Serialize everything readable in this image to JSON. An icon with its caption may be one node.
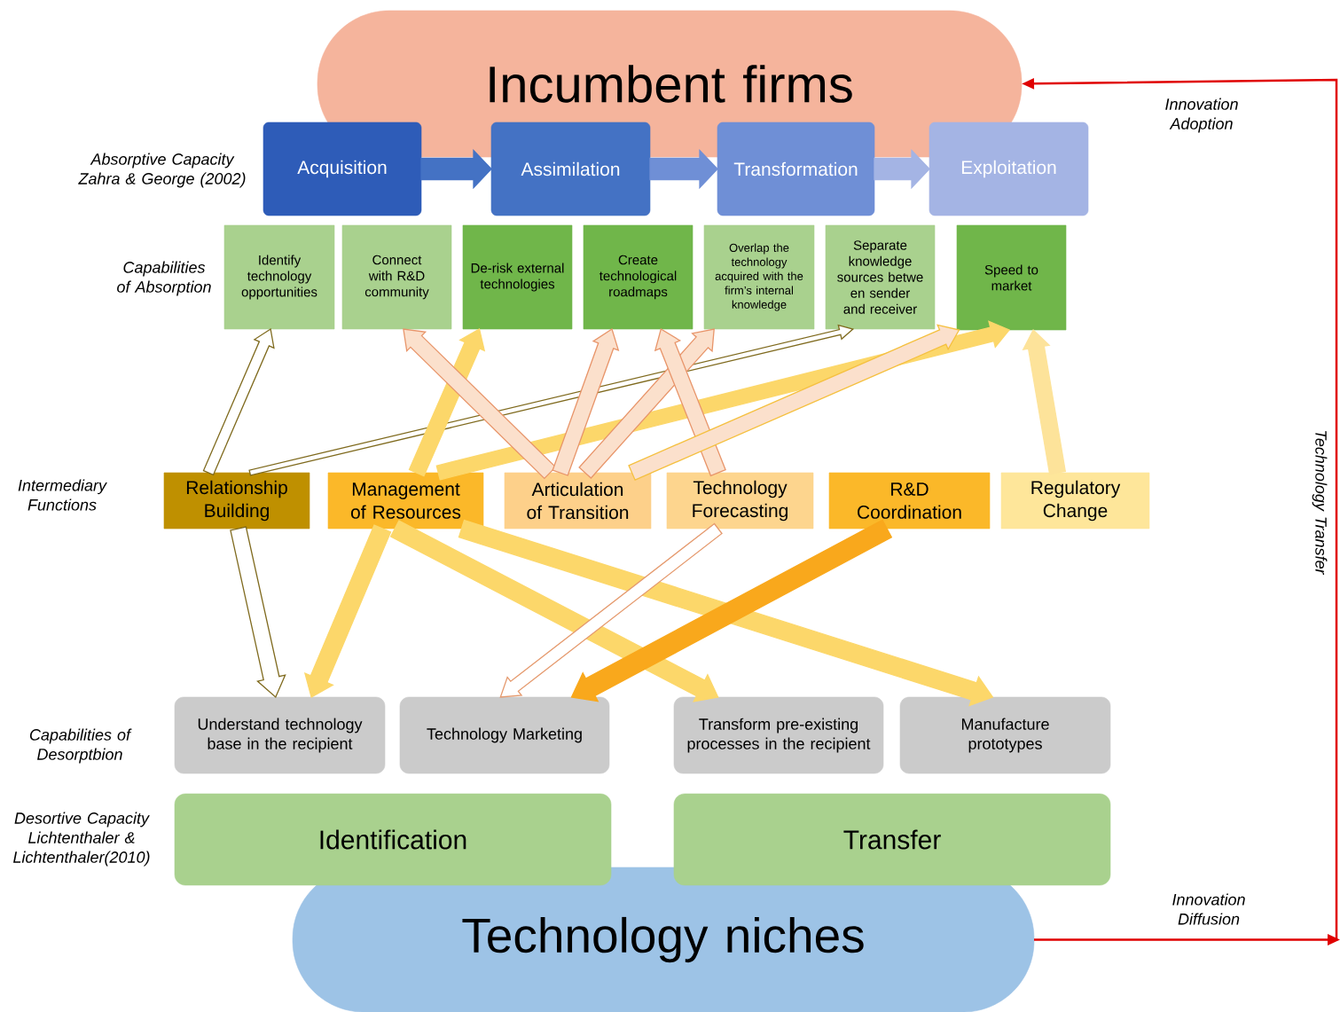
{
  "diagram": {
    "nodes": [
      {
        "text": [
          "Incumbent firms"
        ]
      },
      {
        "text": [
          "Acquisition"
        ]
      },
      {
        "text": [
          "Assimilation"
        ]
      },
      {
        "text": [
          "Transformation"
        ]
      },
      {
        "text": [
          "Exploitation"
        ]
      },
      {
        "text": [
          "Identify technology opportunities"
        ]
      },
      {
        "text": [
          "Connect with R&D community"
        ]
      },
      {
        "text": [
          "De-risk external technologies"
        ]
      },
      {
        "text": [
          "Create technological roadmaps"
        ]
      },
      {
        "text": [
          "Overlap the technology acquired with the firm’s internal knowledge"
        ]
      },
      {
        "text": [
          "Separate knowledge sources betwe en sender and receiver"
        ]
      },
      {
        "text": [
          "Speed to market"
        ]
      },
      {
        "text": [
          "Relationship Building"
        ]
      },
      {
        "text": [
          "Management of Resources"
        ]
      },
      {
        "text": [
          "Articulation of Transition"
        ]
      },
      {
        "text": [
          "Technology Forecasting"
        ]
      },
      {
        "text": [
          "R&D Coordination"
        ]
      },
      {
        "text": [
          "Regulatory Change"
        ]
      },
      {
        "text": [
          "Understand technology base in the recipient"
        ]
      },
      {
        "text": [
          "Technology Marketing"
        ]
      },
      {
        "text": [
          "Transform pre-existing processes in the recipient"
        ]
      },
      {
        "text": [
          "Manufacture prototypes"
        ]
      },
      {
        "text": [
          "Identification"
        ]
      },
      {
        "text": [
          "Transfer"
        ]
      },
      {
        "text": [
          "Technology niches"
        ]
      }
    ],
    "edges": [
      {
        "from": 1,
        "to": 2,
        "arrow": "to",
        "style": "thick",
        "color": "#4472c4"
      },
      {
        "from": 2,
        "to": 3,
        "arrow": "to",
        "style": "thick",
        "color": "#6f8fd6"
      },
      {
        "from": 3,
        "to": 4,
        "arrow": "to",
        "style": "thick",
        "color": "#a4b4e4"
      },
      {
        "from": 12,
        "to": 5,
        "arrow": "to",
        "style": "thick",
        "color": "#7f6a1e"
      },
      {
        "from": 12,
        "to": 10,
        "arrow": "to",
        "style": "thick",
        "color": "#7f6a1e"
      },
      {
        "from": 13,
        "to": 7,
        "arrow": "to",
        "style": "thick"
      },
      {
        "from": 13,
        "to": 11,
        "arrow": "to",
        "style": "thick"
      },
      {
        "from": 14,
        "to": 6,
        "arrow": "to",
        "style": "thick",
        "color": "#e8956a"
      },
      {
        "from": 14,
        "to": 8,
        "arrow": "to",
        "style": "thick",
        "color": "#e8956a"
      },
      {
        "from": 14,
        "to": 9,
        "arrow": "to",
        "style": "thick",
        "color": "#e8956a"
      },
      {
        "from": 15,
        "to": 8,
        "arrow": "to",
        "style": "thick",
        "color": "#e8956a"
      },
      {
        "from": 14,
        "to": 11,
        "arrow": "to",
        "style": "thick",
        "color": "#f5c040"
      },
      {
        "from": 17,
        "to": 11,
        "arrow": "to",
        "style": "thick",
        "color": "#fde39a"
      },
      {
        "from": 12,
        "to": 18,
        "arrow": "to",
        "style": "thick",
        "color": "#7f6a1e"
      },
      {
        "from": 13,
        "to": 18,
        "arrow": "to",
        "style": "thick"
      },
      {
        "from": 13,
        "to": 20,
        "arrow": "to",
        "style": "thick"
      },
      {
        "from": 13,
        "to": 21,
        "arrow": "to",
        "style": "thick"
      },
      {
        "from": 15,
        "to": 19,
        "arrow": "to",
        "style": "thick",
        "color": "#e59a6e"
      },
      {
        "from": 16,
        "to": 19,
        "arrow": "to",
        "style": "thick",
        "color": "#f9a81c"
      },
      {
        "from": 24,
        "to": 0,
        "arrow": "to",
        "color": "#e00000"
      }
    ],
    "labels": [
      "Absorptive Capacity Zahra & George (2002)",
      "Capabilities of Absorption",
      "Intermediary Functions",
      "Capabilities of Desorptbion",
      "Desortive Capacity Lichtenthaler & Lichtenthaler(2010)",
      "Innovation Adoption",
      "Technology Transfer",
      "Innovation Diffusion"
    ]
  }
}
